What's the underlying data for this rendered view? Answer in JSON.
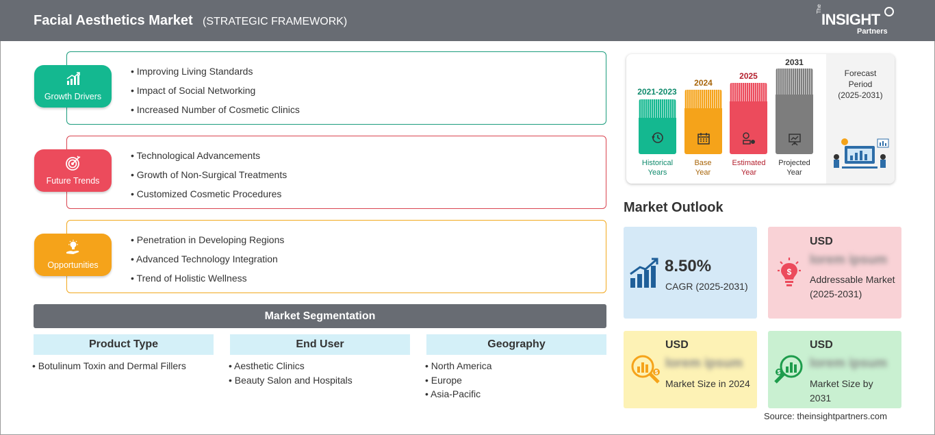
{
  "header": {
    "title": "Facial Aesthetics Market",
    "subtitle": "(STRATEGIC FRAMEWORK)",
    "logo_the": "The",
    "logo_insight": "INSIGHT",
    "logo_partners": "Partners"
  },
  "framework": [
    {
      "label": "Growth Drivers",
      "icon": "growth-chart-icon",
      "color": "#14b890",
      "items": [
        "Improving Living Standards",
        "Impact of Social Networking",
        "Increased Number of Cosmetic Clinics"
      ]
    },
    {
      "label": "Future Trends",
      "icon": "target-icon",
      "color": "#ec4b5c",
      "items": [
        "Technological Advancements",
        "Growth of Non-Surgical Treatments",
        "Customized Cosmetic Procedures"
      ]
    },
    {
      "label": "Opportunities",
      "icon": "lightbulb-hand-icon",
      "color": "#f5a31a",
      "items": [
        "Penetration in Developing Regions",
        "Advanced Technology Integration",
        "Trend of Holistic Wellness"
      ]
    }
  ],
  "segmentation": {
    "title": "Market Segmentation",
    "columns": [
      {
        "header": "Product Type",
        "items": [
          "Botulinum Toxin and Dermal Fillers"
        ]
      },
      {
        "header": "End User",
        "items": [
          "Aesthetic Clinics",
          "Beauty Salon and Hospitals"
        ]
      },
      {
        "header": "Geography",
        "items": [
          "North America",
          "Europe",
          "Asia-Pacific"
        ]
      }
    ]
  },
  "timeline": {
    "bars": [
      {
        "year": "2021-2023",
        "label_line1": "Historical",
        "label_line2": "Years",
        "color": "#14b890",
        "year_color": "#0f8a6c",
        "icon": "history-clock-icon"
      },
      {
        "year": "2024",
        "label_line1": "Base",
        "label_line2": "Year",
        "color": "#f5a31a",
        "year_color": "#a8650a",
        "icon": "calendar-icon"
      },
      {
        "year": "2025",
        "label_line1": "Estimated",
        "label_line2": "Year",
        "color": "#ec4b5c",
        "year_color": "#b3202e",
        "icon": "estimate-icon"
      },
      {
        "year": "2031",
        "label_line1": "Projected",
        "label_line2": "Year",
        "color": "#7d7d7d",
        "year_color": "#333333",
        "icon": "presentation-icon"
      }
    ],
    "forecast_line1": "Forecast",
    "forecast_line2": "Period",
    "forecast_line3": "(2025-2031)"
  },
  "outlook": {
    "title": "Market Outlook",
    "cagr_value": "8.50%",
    "cagr_label": "CAGR (2025-2031)",
    "addressable_currency": "USD",
    "addressable_value": "lorem ipsum",
    "addressable_label": "Addressable Market (2025-2031)",
    "size_2024_currency": "USD",
    "size_2024_value": "lorem ipsum",
    "size_2024_label": "Market Size in 2024",
    "size_2031_currency": "USD",
    "size_2031_value": "lorem ipsum",
    "size_2031_label": "Market Size by 2031"
  },
  "source": "Source: theinsightpartners.com"
}
